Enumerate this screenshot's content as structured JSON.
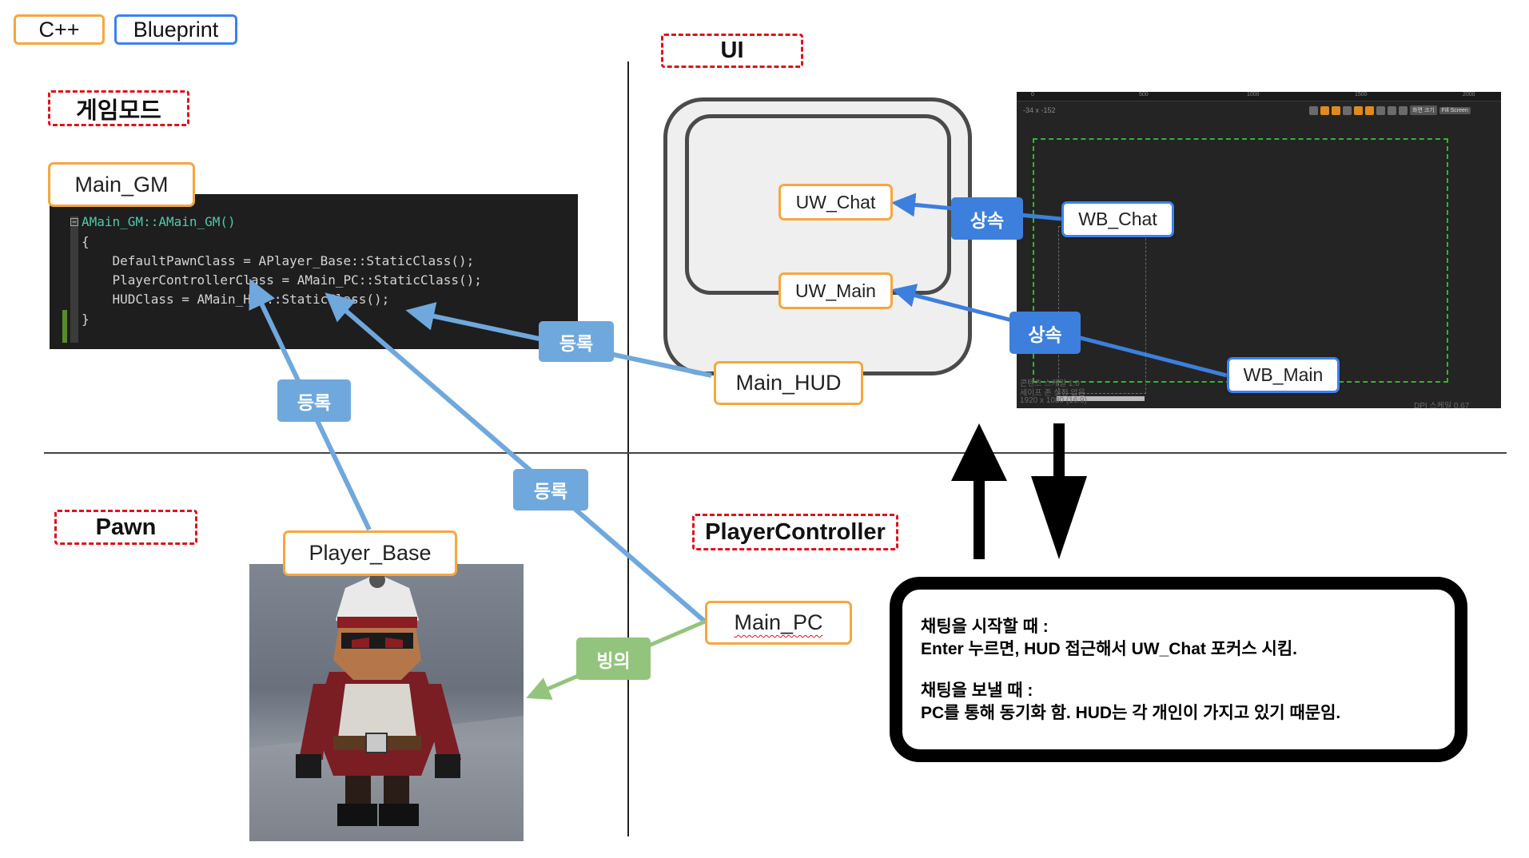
{
  "legend": {
    "cpp": "C++",
    "blueprint": "Blueprint"
  },
  "sections": {
    "gamemode": "게임모드",
    "ui": "UI",
    "pawn": "Pawn",
    "playercontroller": "PlayerController"
  },
  "nodes": {
    "main_gm": "Main_GM",
    "uw_chat": "UW_Chat",
    "uw_main": "UW_Main",
    "main_hud": "Main_HUD",
    "wb_chat": "WB_Chat",
    "wb_main": "WB_Main",
    "player_base": "Player_Base",
    "main_pc": "Main_PC"
  },
  "code": [
    "AMain_GM::AMain_GM()",
    "{",
    "    DefaultPawnClass = APlayer_Base::StaticClass();",
    "    PlayerControllerClass = AMain_PC::StaticClass();",
    "    HUDClass = AMain_HUD::StaticClass();",
    "}"
  ],
  "tags": {
    "register_hud": "등록",
    "register_pawn": "등록",
    "register_pc": "등록",
    "possess": "빙의",
    "inherit_chat": "상속",
    "inherit_main": "상속"
  },
  "editor": {
    "coord": "-34 x -152",
    "rulers": [
      "0",
      "500",
      "1000",
      "1500",
      "2000"
    ],
    "toolbar_labels": [
      "화면 크기",
      "Fill Screen"
    ],
    "status": [
      "콘텐츠 스케일 1.0",
      "세이프 존 설정 없음",
      "1920 x 1080 (16:9)"
    ],
    "dpi": "DPI 스케일 0.67"
  },
  "note": {
    "start_title": "채팅을 시작할 때 :",
    "start_body": "Enter 누르면, HUD 접근해서 UW_Chat 포커스 시킴.",
    "send_title": "채팅을 보낼 때 :",
    "send_body": "PC를 통해 동기화 함. HUD는 각 개인이 가지고 있기 때문임."
  },
  "colors": {
    "cpp_border": "#f6a73e",
    "blueprint_border": "#3b82f0",
    "section_border": "#e0121b",
    "register_arrow": "#6fa8dc",
    "possess_arrow": "#93c47d",
    "inherit_arrow": "#3d7fdc"
  }
}
